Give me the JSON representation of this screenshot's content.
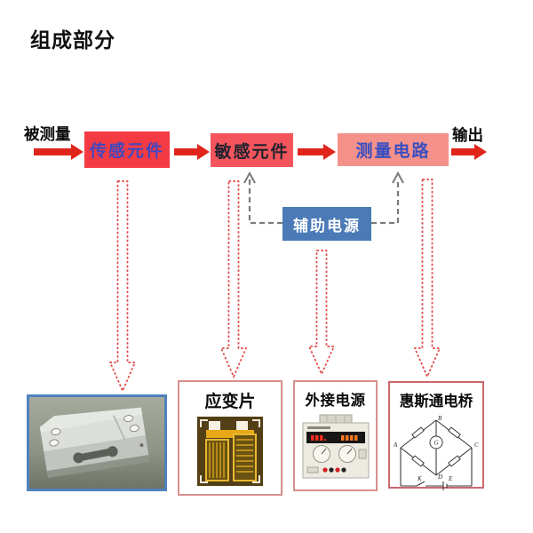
{
  "title": "组成部分",
  "flow": {
    "input_label": "被测量",
    "output_label": "输出",
    "boxes": [
      {
        "label": "传感元件",
        "bg": "#f43b44",
        "text_color": "#4348bf"
      },
      {
        "label": "敏感元件",
        "bg": "#f4555c",
        "text_color": "#20222e"
      },
      {
        "label": "测量电路",
        "bg": "#f5918b",
        "text_color": "#3a4fc0"
      }
    ],
    "aux": {
      "label": "辅助电源",
      "bg": "#4a7bb7",
      "text_color": "#ffffff"
    }
  },
  "components": {
    "load_cell": {
      "icon": "load-cell-photo",
      "border_color": "#4f81bd"
    },
    "strain_gauge": {
      "label": "应变片",
      "icon": "strain-gauge-icon",
      "border_color": "#d88f8f"
    },
    "external_power": {
      "label": "外接电源",
      "icon": "power-supply-icon",
      "border_color": "#d88f8f"
    },
    "wheatstone_bridge": {
      "label": "惠斯通电桥",
      "icon": "wheatstone-bridge-icon",
      "border_color": "#c9696e",
      "nodes": {
        "top": "B",
        "left": "A",
        "right": "C",
        "bottom": "D",
        "galvanometer": "G",
        "battery": "E",
        "switch": "K"
      }
    }
  },
  "colors": {
    "solid_arrow_red": "#e0251b",
    "dashed_arrow_red": "#e04848",
    "dashed_gray": "#7a7a7a",
    "title_black": "#111111"
  }
}
